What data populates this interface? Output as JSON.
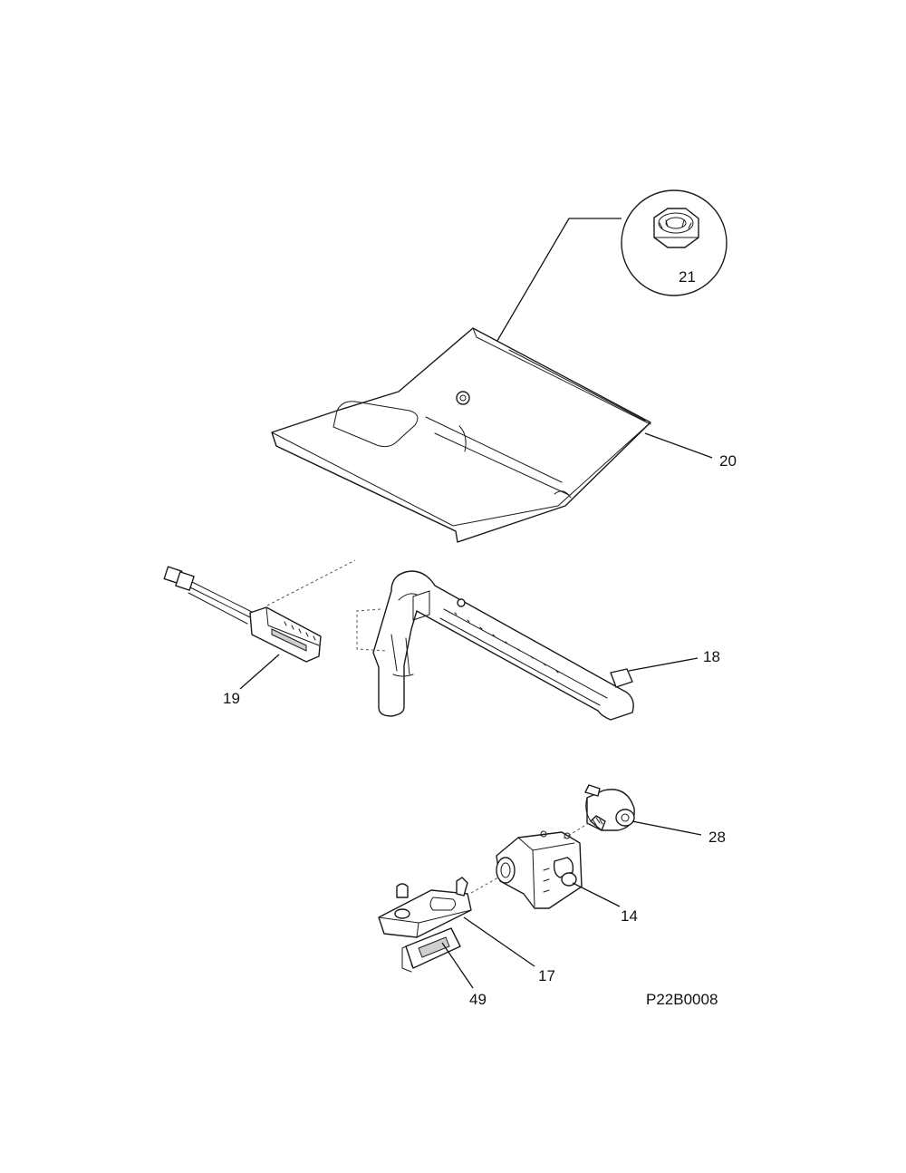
{
  "callouts": {
    "p20": "20",
    "p21": "21",
    "p19": "19",
    "p18": "18",
    "p28": "28",
    "p14": "14",
    "p17": "17",
    "p49": "49"
  },
  "diagram_code": "P22B0008"
}
